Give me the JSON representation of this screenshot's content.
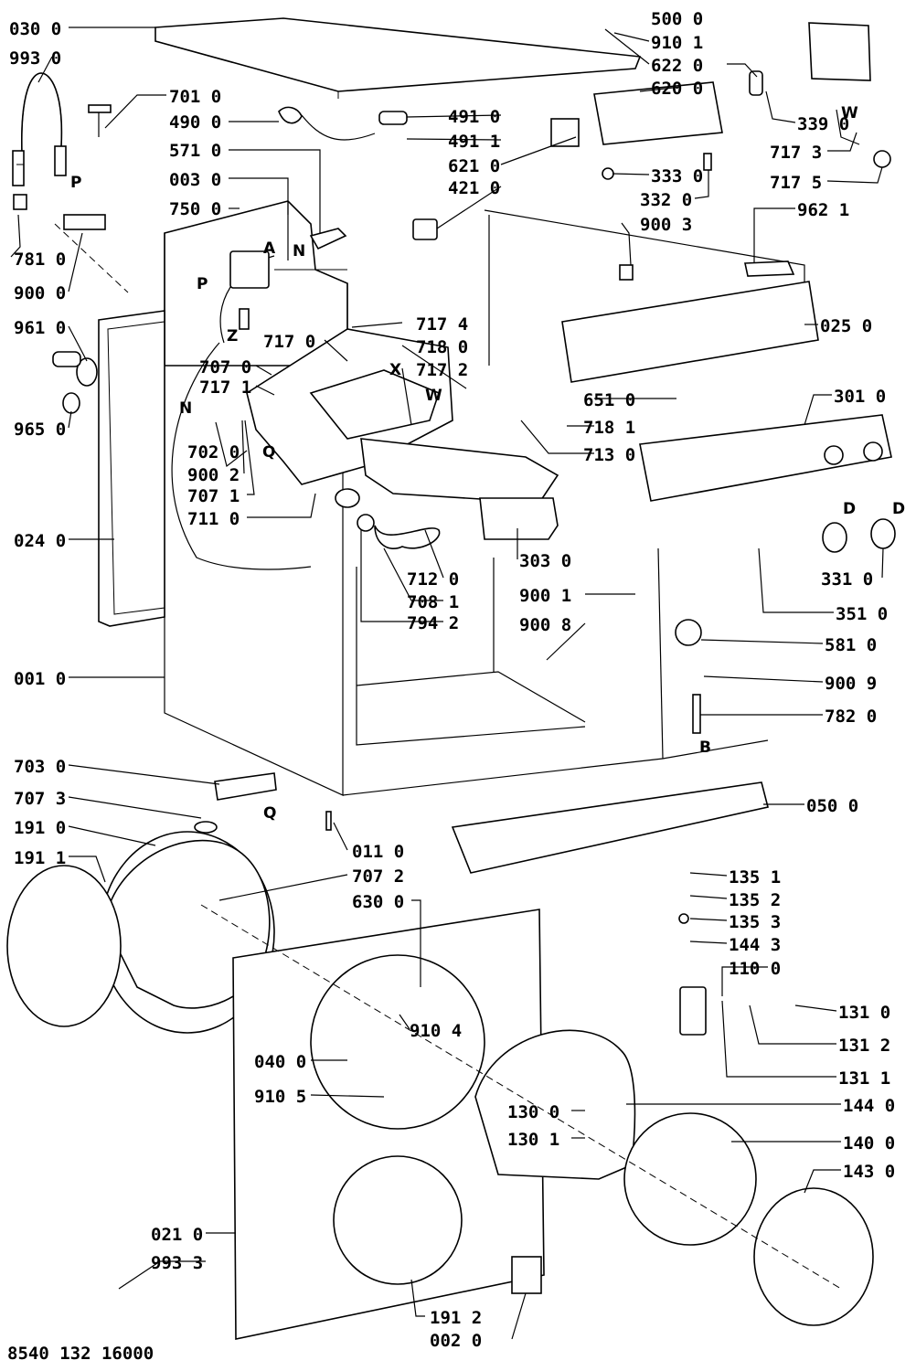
{
  "labels": {
    "l_030_0": "030 0",
    "l_993_0": "993 0",
    "l_701_0": "701 0",
    "l_490_0": "490 0",
    "l_571_0": "571 0",
    "l_003_0": "003 0",
    "l_750_0": "750 0",
    "l_781_0": "781 0",
    "l_900_0": "900 0",
    "l_961_0": "961 0",
    "l_717_0": "717 0",
    "l_707_0": "707 0",
    "l_717_1": "717 1",
    "l_965_0": "965 0",
    "l_702_0": "702 0",
    "l_900_2": "900 2",
    "l_707_1": "707 1",
    "l_711_0": "711 0",
    "l_024_0": "024 0",
    "l_001_0": "001 0",
    "l_703_0": "703 0",
    "l_707_3": "707 3",
    "l_191_0": "191 0",
    "l_191_1": "191 1",
    "l_011_0": "011 0",
    "l_707_2": "707 2",
    "l_630_0": "630 0",
    "l_910_4": "910 4",
    "l_040_0": "040 0",
    "l_910_5": "910 5",
    "l_021_0": "021 0",
    "l_993_3": "993 3",
    "l_191_2": "191 2",
    "l_002_0": "002 0",
    "l_500_0": "500 0",
    "l_910_1": "910 1",
    "l_622_0": "622 0",
    "l_620_0": "620 0",
    "l_491_0": "491 0",
    "l_491_1": "491 1",
    "l_339_0": "339 0",
    "l_621_0": "621 0",
    "l_717_3": "717 3",
    "l_333_0": "333 0",
    "l_717_5": "717 5",
    "l_421_0": "421 0",
    "l_332_0": "332 0",
    "l_900_3": "900 3",
    "l_962_1": "962 1",
    "l_025_0": "025 0",
    "l_717_4": "717 4",
    "l_718_0": "718 0",
    "l_717_2": "717 2",
    "l_651_0": "651 0",
    "l_718_1": "718 1",
    "l_713_0": "713 0",
    "l_301_0": "301 0",
    "l_303_0": "303 0",
    "l_331_0": "331 0",
    "l_351_0": "351 0",
    "l_712_0": "712 0",
    "l_708_1": "708 1",
    "l_794_2": "794 2",
    "l_900_1": "900 1",
    "l_900_8": "900 8",
    "l_581_0": "581 0",
    "l_900_9": "900 9",
    "l_782_0": "782 0",
    "l_050_0": "050 0",
    "l_135_1": "135 1",
    "l_135_2": "135 2",
    "l_135_3": "135 3",
    "l_144_3": "144 3",
    "l_110_0": "110 0",
    "l_131_0": "131 0",
    "l_131_2": "131 2",
    "l_131_1": "131 1",
    "l_130_0": "130 0",
    "l_144_0": "144 0",
    "l_130_1": "130 1",
    "l_140_0": "140 0",
    "l_143_0": "143 0"
  },
  "letters": {
    "P1": "P",
    "P2": "P",
    "A": "A",
    "N1": "N",
    "Z": "Z",
    "N2": "N",
    "Q1": "Q",
    "X": "X",
    "W1": "W",
    "W2": "W",
    "D1": "D",
    "D2": "D",
    "B": "B",
    "Q2": "Q"
  },
  "footer": {
    "drawing_number": "8540 132 16000"
  }
}
